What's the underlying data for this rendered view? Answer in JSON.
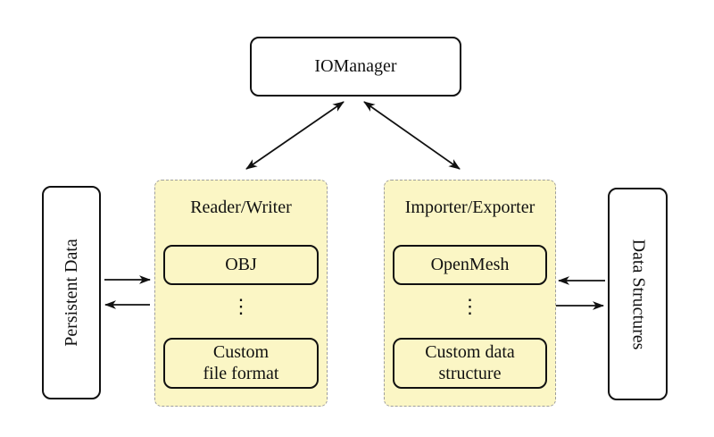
{
  "diagram": {
    "io_manager": {
      "label": "IOManager"
    },
    "reader_writer": {
      "title": "Reader/Writer",
      "dots": "⋮",
      "items": [
        {
          "label": "OBJ"
        },
        {
          "label": "Custom\nfile format"
        }
      ]
    },
    "importer_exporter": {
      "title": "Importer/Exporter",
      "dots": "⋮",
      "items": [
        {
          "label": "OpenMesh"
        },
        {
          "label": "Custom data\nstructure"
        }
      ]
    },
    "persistent_data": {
      "label": "Persistent Data"
    },
    "data_structures": {
      "label": "Data Structures"
    },
    "arrows": [
      {
        "name": "iomanager-readerwriter",
        "type": "double-headed-diagonal"
      },
      {
        "name": "iomanager-importerexporter",
        "type": "double-headed-diagonal"
      },
      {
        "name": "persistentdata-to-readerwriter",
        "type": "right"
      },
      {
        "name": "readerwriter-to-persistentdata",
        "type": "left"
      },
      {
        "name": "datastructures-to-importerexporter",
        "type": "left"
      },
      {
        "name": "importerexporter-to-datastructures",
        "type": "right"
      }
    ],
    "colors": {
      "group_fill": "#FBF6C5",
      "group_border": "#9E9E9E",
      "box_border": "#111111",
      "arrow": "#111111",
      "background": "#FFFFFF"
    }
  }
}
